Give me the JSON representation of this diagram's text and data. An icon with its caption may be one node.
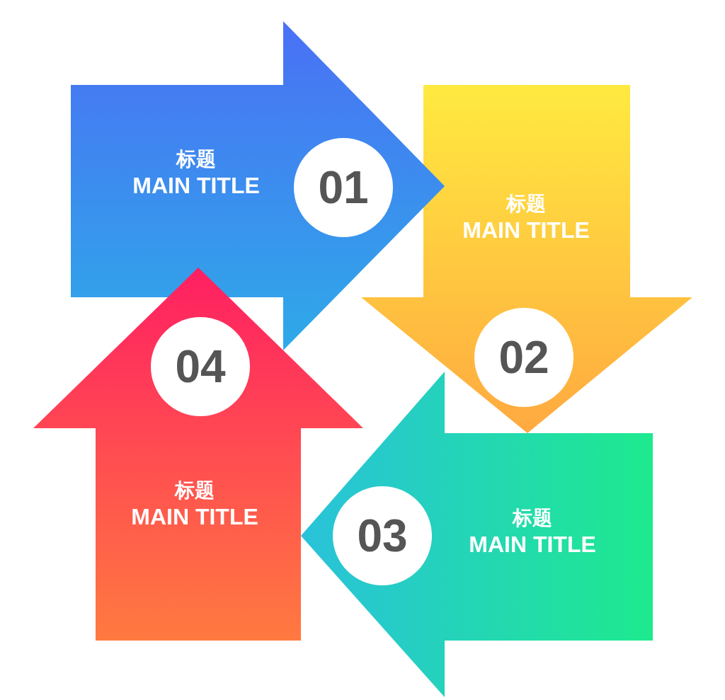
{
  "diagram": {
    "nodes": [
      {
        "text": [
          "标题",
          "MAIN TITLE"
        ]
      },
      {
        "text": [
          "标题",
          "MAIN TITLE"
        ]
      },
      {
        "text": [
          "标题",
          "MAIN TITLE"
        ]
      },
      {
        "text": [
          "标题",
          "MAIN TITLE"
        ]
      },
      {
        "text": [
          "01"
        ],
        "in": 0
      },
      {
        "text": [
          "02"
        ],
        "in": 1
      },
      {
        "text": [
          "03"
        ],
        "in": 2
      },
      {
        "text": [
          "04"
        ],
        "in": 3
      }
    ]
  }
}
